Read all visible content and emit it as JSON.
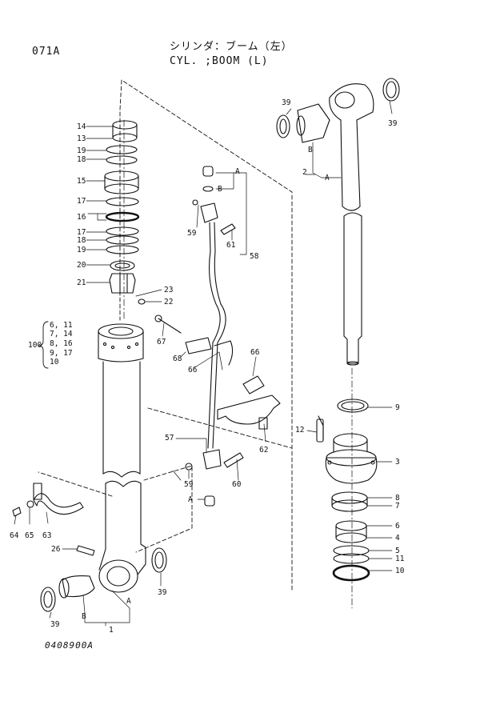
{
  "header": {
    "page_code": "071A",
    "title_jp": "シリンダ：ブーム（左）",
    "title_en": "CYL. ;BOOM (L)"
  },
  "drawing_code": "0408900A",
  "set_group": {
    "label": "100",
    "items": [
      "6, 11",
      "7, 14",
      "8, 16",
      "9, 17",
      "10"
    ]
  },
  "callouts": {
    "c14": "14",
    "c13": "13",
    "c19a": "19",
    "c18a": "18",
    "c15": "15",
    "c17a": "17",
    "c16": "16",
    "c17b": "17",
    "c18b": "18",
    "c19b": "19",
    "c20": "20",
    "c21": "21",
    "c23": "23",
    "c22": "22",
    "c64": "64",
    "c65": "65",
    "c63": "63",
    "c26": "26",
    "c39a": "39",
    "c39b": "39",
    "c39c": "39",
    "c39d": "39",
    "cB1": "B",
    "cA1": "A",
    "c1": "1",
    "cA2": "A",
    "cB2": "B",
    "c59a": "59",
    "c61": "61",
    "c58": "58",
    "c67": "67",
    "c68": "68",
    "c66a": "66",
    "c66b": "66",
    "c62": "62",
    "c57": "57",
    "c59b": "59",
    "c60": "60",
    "cA3": "A",
    "cB3": "B",
    "c2": "2",
    "cA4": "A",
    "c9": "9",
    "c12": "12",
    "c3": "3",
    "c8": "8",
    "c7": "7",
    "c6": "6",
    "c4": "4",
    "c5": "5",
    "c11": "11",
    "c10": "10"
  },
  "colors": {
    "ink": "#111111",
    "paper": "#ffffff"
  }
}
